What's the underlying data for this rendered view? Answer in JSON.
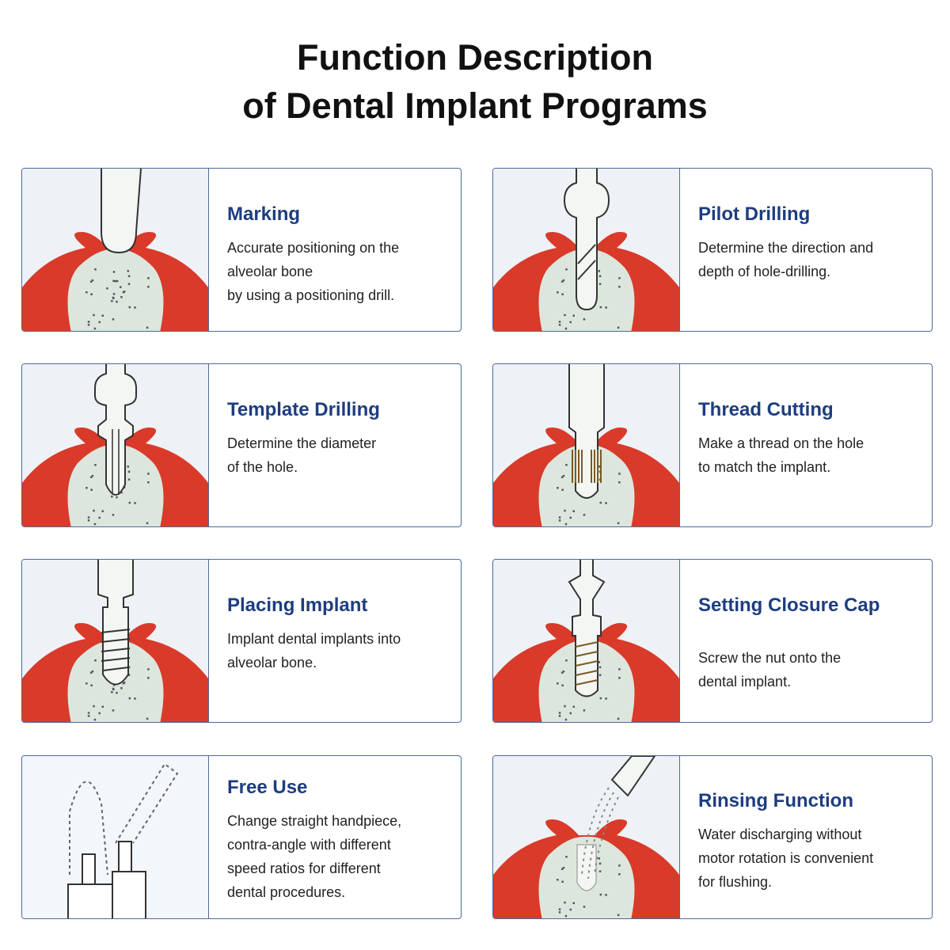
{
  "header": {
    "title_line1": "Function Description",
    "title_line2": "of Dental Implant Programs"
  },
  "colors": {
    "gum": "#d93a2a",
    "bone": "#dde6dc",
    "title_blue": "#1d3d80",
    "border": "#4f6a9a"
  },
  "cards": [
    {
      "title": "Marking",
      "description": "Accurate positioning on the\nalveolar bone\nby using a positioning drill.",
      "illustration": "positioning-drill-icon"
    },
    {
      "title": "Pilot Drilling",
      "description": "Determine the direction and\ndepth of hole-drilling.",
      "illustration": "pilot-drill-icon"
    },
    {
      "title": "Template Drilling",
      "description": "Determine the diameter\nof the hole.",
      "illustration": "template-drill-icon"
    },
    {
      "title": "Thread Cutting",
      "description": "Make a thread on the hole\nto match the implant.",
      "illustration": "thread-tap-icon"
    },
    {
      "title": "Placing Implant",
      "description": "Implant dental implants into\nalveolar bone.",
      "illustration": "implant-screw-icon"
    },
    {
      "title": "Setting Closure Cap",
      "description": "Screw the nut onto the\ndental implant.",
      "illustration": "closure-cap-icon"
    },
    {
      "title": "Free Use",
      "description": "Change straight handpiece,\ncontra-angle with different\nspeed ratios for different\ndental procedures.",
      "illustration": "handpiece-icon"
    },
    {
      "title": "Rinsing Function",
      "description": "Water discharging without\nmotor rotation is convenient\nfor flushing.",
      "illustration": "water-rinse-icon"
    }
  ]
}
